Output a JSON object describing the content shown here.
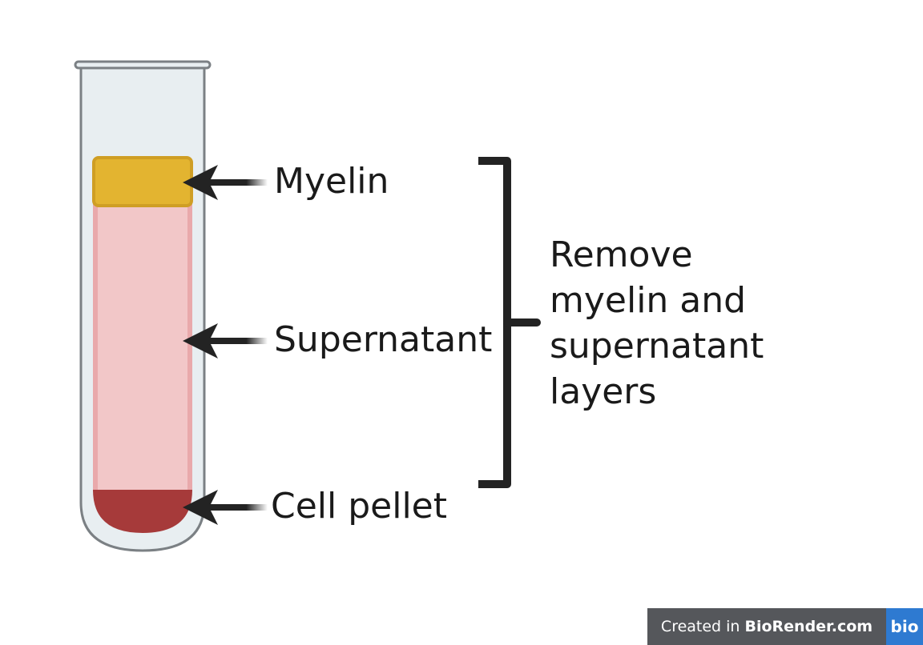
{
  "labels": {
    "myelin": "Myelin",
    "supernatant": "Supernatant",
    "pellet": "Cell pellet"
  },
  "instruction": {
    "lines": [
      "Remove",
      "myelin and",
      "supernatant",
      "layers"
    ]
  },
  "watermark": {
    "prefix": "Created in",
    "brand": "BioRender.com",
    "logo": "bio"
  },
  "colors": {
    "tube_glass": "#e8eef1",
    "tube_outline": "#7b8084",
    "myelin_layer": "#e3b430",
    "supernatant_layer": "#f2c7c8",
    "pellet_layer": "#a63a3a",
    "arrow": "#232323",
    "bracket": "#232323",
    "watermark_bg": "#55575b",
    "watermark_logo_bg": "#2e7ad1"
  },
  "icons": {
    "tube": "test-tube-icon",
    "arrow": "left-arrow-icon",
    "bracket": "right-bracket-icon"
  }
}
